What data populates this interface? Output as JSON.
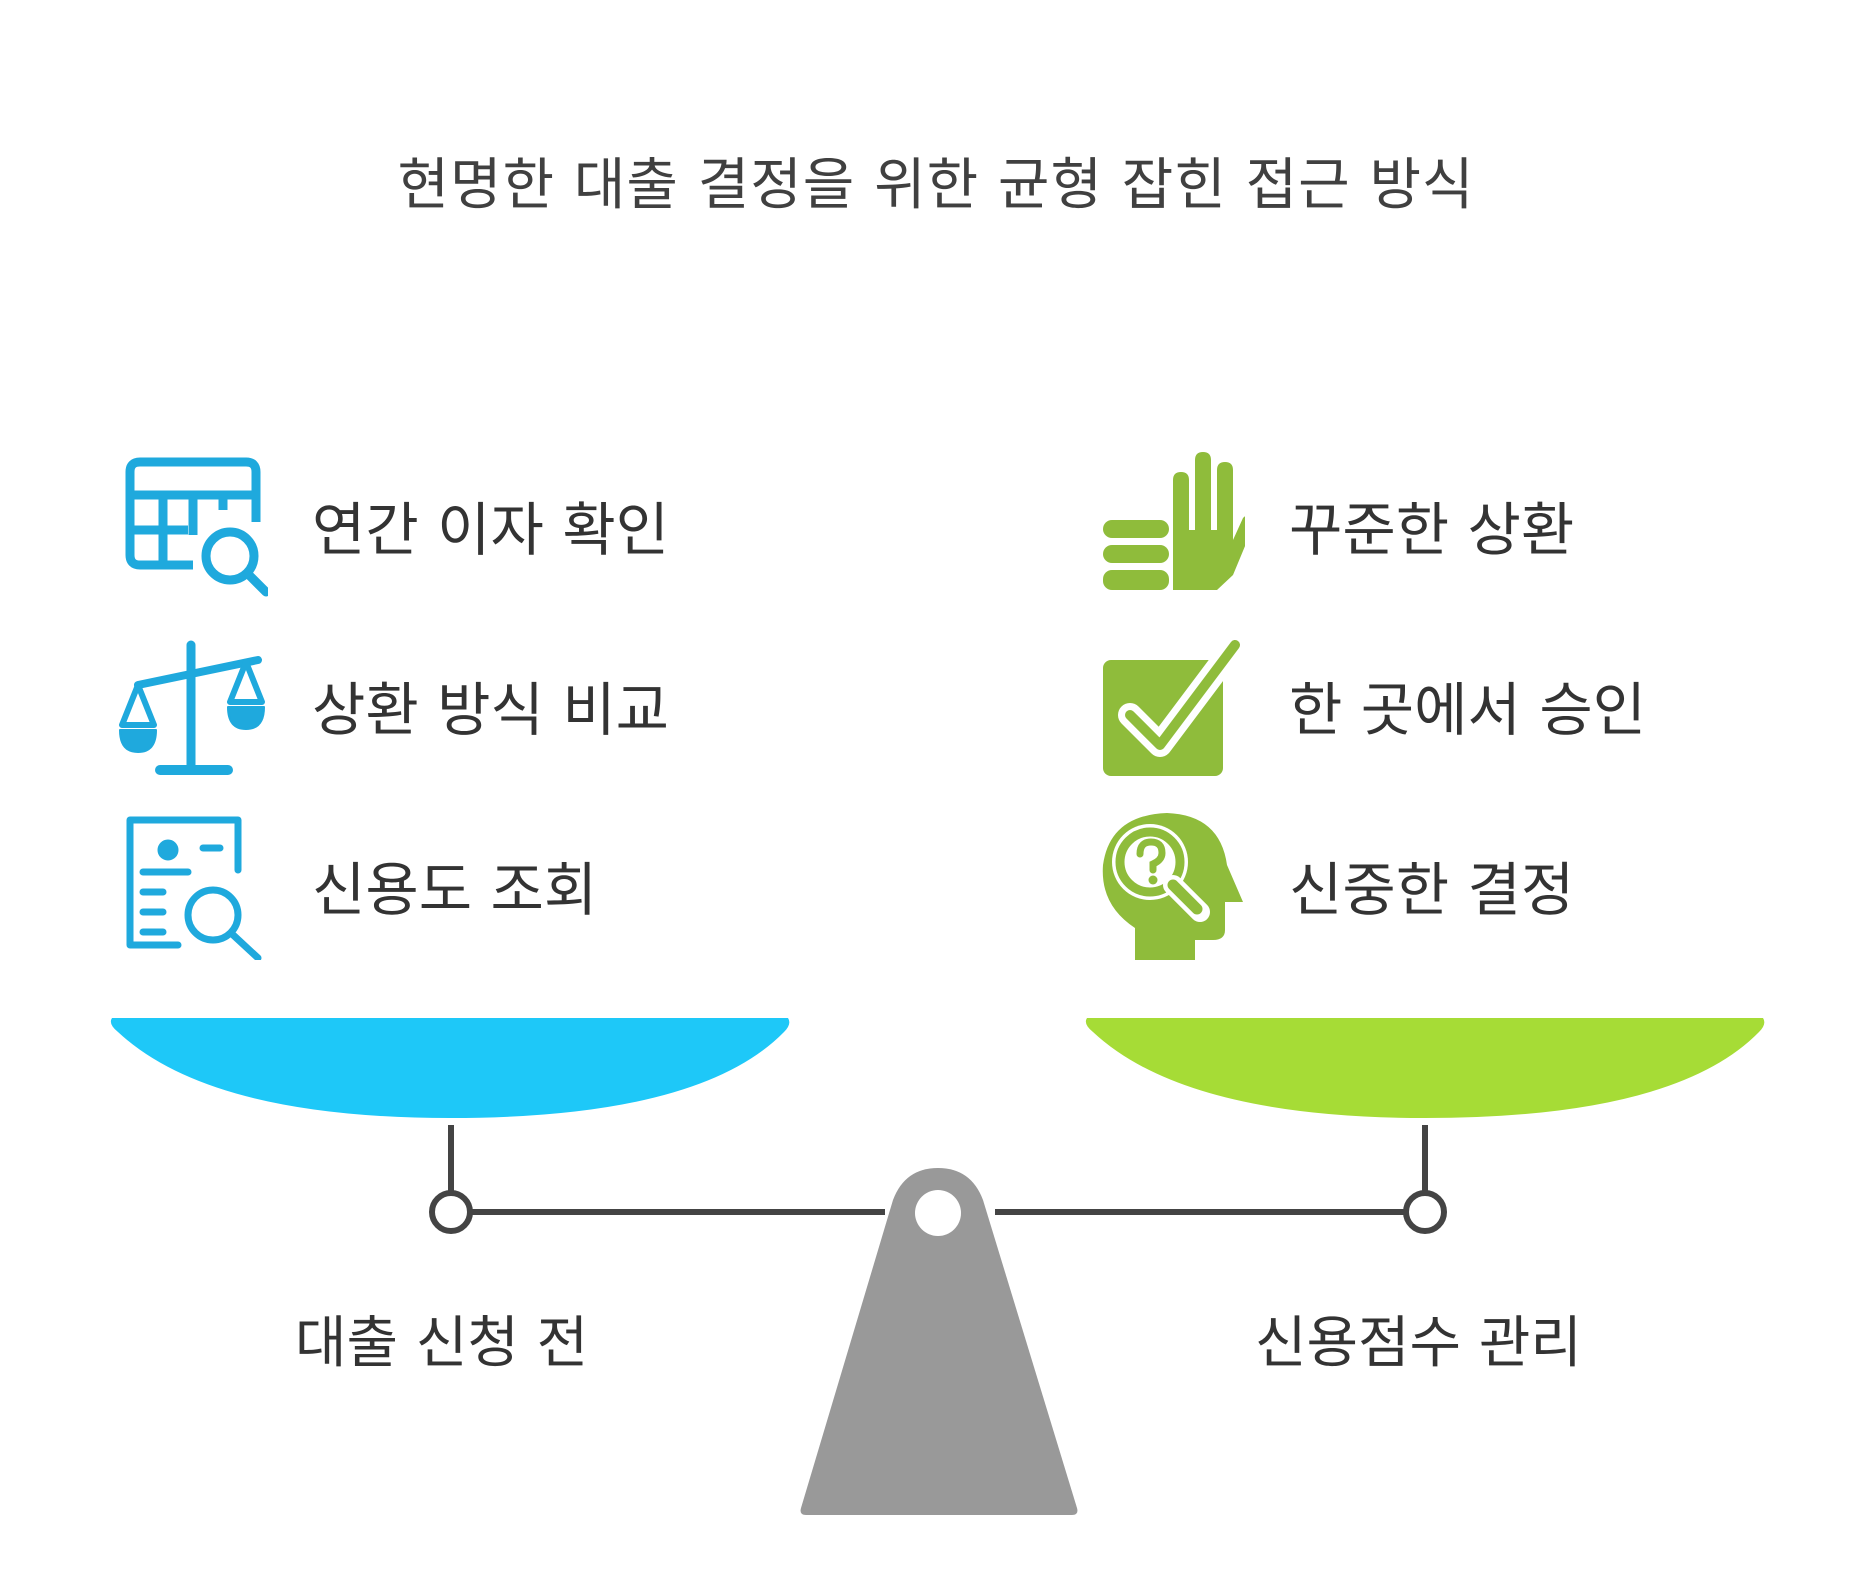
{
  "title": "현명한 대출 결정을 위한 균형 잡힌 접근 방식",
  "colors": {
    "left": "#1ec8f8",
    "left_icon": "#1fa9dd",
    "right": "#a6dc36",
    "right_icon": "#8fbc3b",
    "beam": "#444444",
    "fulcrum": "#999999"
  },
  "left": {
    "label": "대출 신청 전",
    "items": [
      {
        "label": "연간 이자 확인",
        "icon": "calculator-search-icon"
      },
      {
        "label": "상환 방식 비교",
        "icon": "balance-scale-icon"
      },
      {
        "label": "신용도 조회",
        "icon": "document-search-icon"
      }
    ]
  },
  "right": {
    "label": "신용점수 관리",
    "items": [
      {
        "label": "꾸준한 상환",
        "icon": "coins-hand-icon"
      },
      {
        "label": "한 곳에서 승인",
        "icon": "checkbox-icon"
      },
      {
        "label": "신중한 결정",
        "icon": "head-question-icon"
      }
    ]
  }
}
